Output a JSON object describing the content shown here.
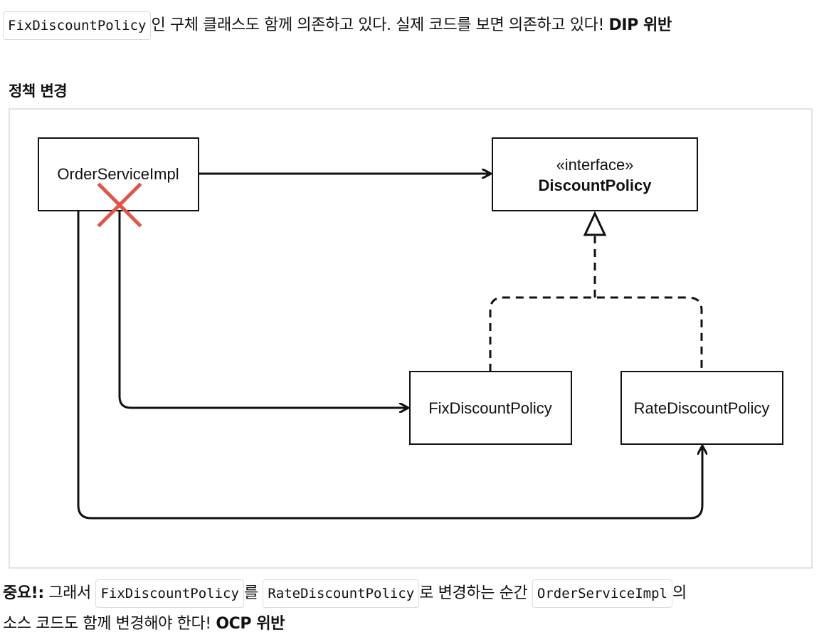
{
  "intro": {
    "code": "FixDiscountPolicy",
    "text": "인 구체 클래스도 함께 의존하고 있다. 실제 코드를 보면 의존하고 있다!",
    "bold": "DIP 위반"
  },
  "section_title": "정책 변경",
  "diagram": {
    "order_service": "OrderServiceImpl",
    "interface_stereotype": "«interface»",
    "interface_name": "DiscountPolicy",
    "fix_policy": "FixDiscountPolicy",
    "rate_policy": "RateDiscountPolicy",
    "colors": {
      "line": "#111111",
      "cross": "#e05549",
      "border": "#d9d9d9"
    }
  },
  "note": {
    "bold_prefix": "중요!:",
    "text1": "그래서",
    "code1": "FixDiscountPolicy",
    "text2": "를",
    "code2": "RateDiscountPolicy",
    "text3": "로 변경하는 순간",
    "code3": "OrderServiceImpl",
    "text4": "의",
    "line2_text": "소스 코드도 함께 변경해야 한다!",
    "line2_bold": "OCP 위반"
  }
}
